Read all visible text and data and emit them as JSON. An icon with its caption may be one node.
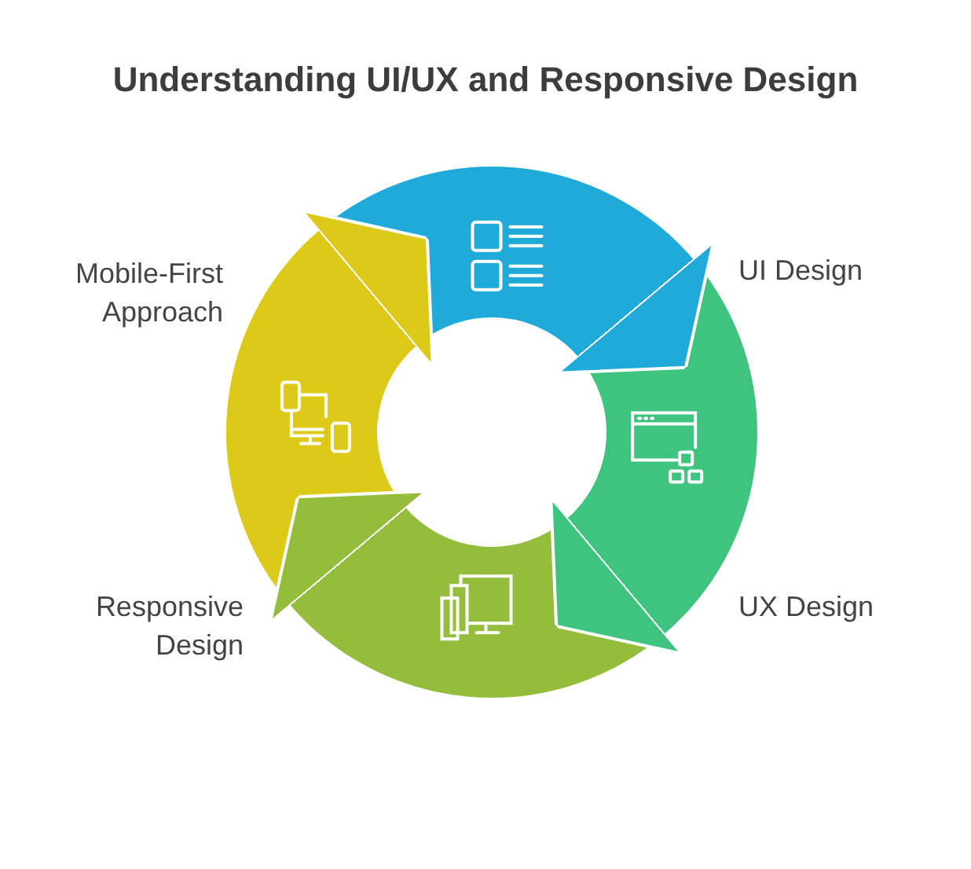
{
  "diagram": {
    "title": "Understanding UI/UX and Responsive Design",
    "nodes": [
      {
        "text": [
          "UI Design"
        ]
      },
      {
        "text": [
          "UX Design"
        ]
      },
      {
        "text": [
          "Responsive Design"
        ]
      },
      {
        "text": [
          "Mobile-First Approach"
        ]
      }
    ],
    "edges": [
      {
        "from": 0,
        "to": 1,
        "arrow": "to",
        "color": "#20aad9"
      },
      {
        "from": 1,
        "to": 2,
        "arrow": "to",
        "color": "#3fc47f"
      },
      {
        "from": 2,
        "to": 3,
        "arrow": "to",
        "color": "#93bd3b"
      },
      {
        "from": 3,
        "to": 0,
        "arrow": "to",
        "color": "#ddc917"
      }
    ]
  }
}
